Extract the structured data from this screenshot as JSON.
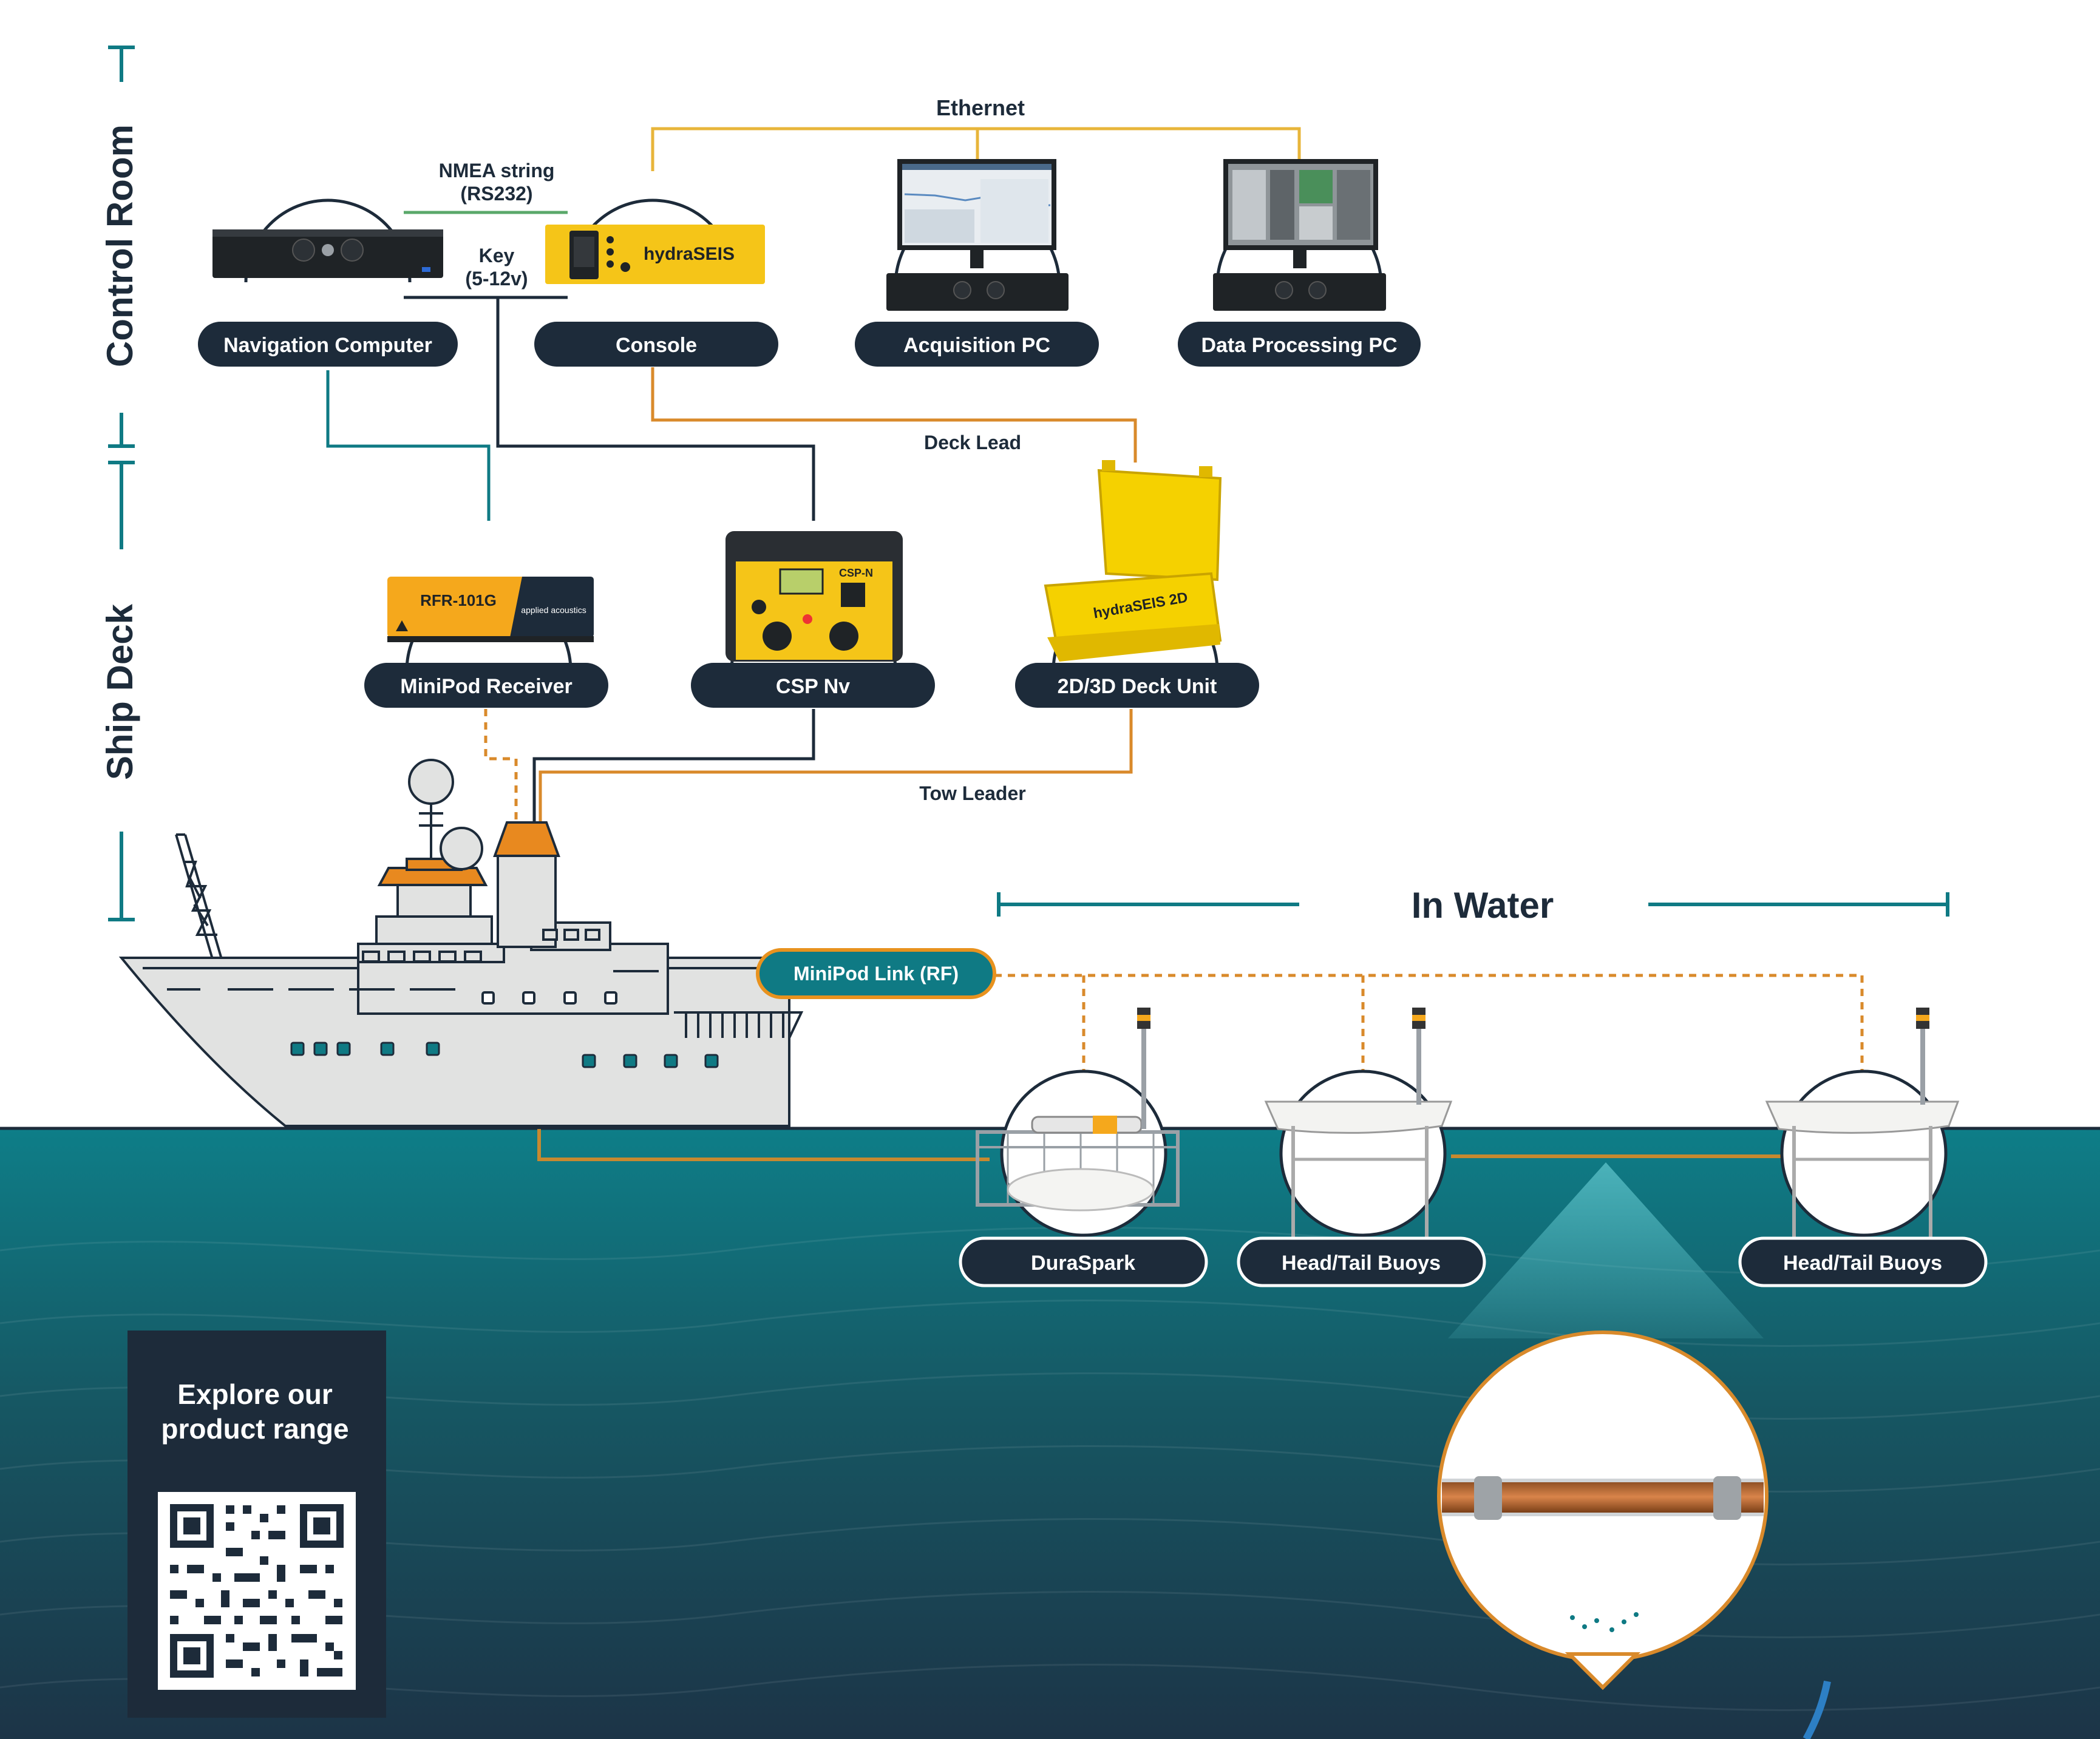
{
  "sections": {
    "control_room": "Control Room",
    "ship_deck": "Ship Deck",
    "in_water": "In Water"
  },
  "connections": {
    "ethernet": "Ethernet",
    "nmea_line1": "NMEA string",
    "nmea_line2": "(RS232)",
    "key_line1": "Key",
    "key_line2": "(5-12v)",
    "deck_lead": "Deck Lead",
    "tow_leader": "Tow Leader",
    "minipod_link": "MiniPod Link (RF)"
  },
  "devices": {
    "navigation_computer": "Navigation Computer",
    "console": "Console",
    "acquisition_pc": "Acquisition PC",
    "data_processing_pc": "Data Processing PC",
    "minipod_receiver": "MiniPod Receiver",
    "csp_nv": "CSP Nv",
    "deck_unit": "2D/3D Deck Unit",
    "duraspark": "DuraSpark",
    "head_tail_buoys_1": "Head/Tail Buoys",
    "head_tail_buoys_2": "Head/Tail Buoys"
  },
  "product_markings": {
    "console_brand": "hydraSEIS",
    "receiver_model": "RFR-101G",
    "receiver_brand": "applied acoustics",
    "csp_model": "CSP-N",
    "deck_unit_brand": "hydraSEIS 2D"
  },
  "promo": {
    "line1": "Explore our",
    "line2": "product range"
  },
  "colors": {
    "navy": "#1d2b3a",
    "teal": "#0f7a84",
    "orange": "#e8921e",
    "yellow": "#f5c518",
    "ethernet_line": "#e8b53a",
    "nmea_line": "#5aa86a",
    "key_line": "#1d2b3a"
  }
}
